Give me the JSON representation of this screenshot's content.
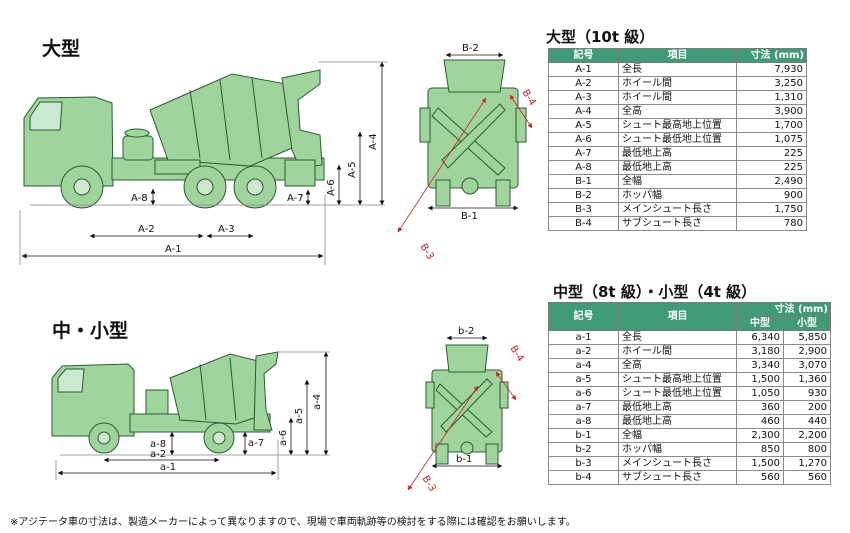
{
  "large": {
    "title": "大型",
    "dims": {
      "A1": "A-1",
      "A2": "A-2",
      "A3": "A-3",
      "A4": "A-4",
      "A5": "A-5",
      "A6": "A-6",
      "A7": "A-7",
      "A8": "A-8",
      "B1": "B-1",
      "B2": "B-2",
      "B3": "B-3",
      "B4": "B-4"
    },
    "table": {
      "title": "大型（10t 級）",
      "headers": [
        "記号",
        "項目",
        "寸法 (mm)"
      ],
      "rows": [
        {
          "code": "A-1",
          "item": "全長",
          "value": "7,930"
        },
        {
          "code": "A-2",
          "item": "ホイール間",
          "value": "3,250"
        },
        {
          "code": "A-3",
          "item": "ホイール間",
          "value": "1,310"
        },
        {
          "code": "A-4",
          "item": "全高",
          "value": "3,900"
        },
        {
          "code": "A-5",
          "item": "シュート最高地上位置",
          "value": "1,700"
        },
        {
          "code": "A-6",
          "item": "シュート最低地上位置",
          "value": "1,075"
        },
        {
          "code": "A-7",
          "item": "最低地上高",
          "value": "225"
        },
        {
          "code": "A-8",
          "item": "最低地上高",
          "value": "225"
        },
        {
          "code": "B-1",
          "item": "全幅",
          "value": "2,490"
        },
        {
          "code": "B-2",
          "item": "ホッパ幅",
          "value": "900"
        },
        {
          "code": "B-3",
          "item": "メインシュート長さ",
          "value": "1,750"
        },
        {
          "code": "B-4",
          "item": "サブシュート長さ",
          "value": "780"
        }
      ]
    }
  },
  "medium": {
    "title": "中・小型",
    "dims": {
      "a1": "a-1",
      "a2": "a-2",
      "a4": "a-4",
      "a5": "a-5",
      "a6": "a-6",
      "a7": "a-7",
      "a8": "a-8",
      "b1": "b-1",
      "b2": "b-2",
      "B3": "B-3",
      "B4": "B-4"
    },
    "table": {
      "title": "中型（8t 級）・小型（4t 級）",
      "headers": [
        "記号",
        "項目",
        "寸法 (mm)",
        "中型",
        "小型"
      ],
      "rows": [
        {
          "code": "a-1",
          "item": "全長",
          "mid": "6,340",
          "small": "5,850"
        },
        {
          "code": "a-2",
          "item": "ホイール間",
          "mid": "3,180",
          "small": "2,900"
        },
        {
          "code": "a-4",
          "item": "全高",
          "mid": "3,340",
          "small": "3,070"
        },
        {
          "code": "a-5",
          "item": "シュート最高地上位置",
          "mid": "1,500",
          "small": "1,360"
        },
        {
          "code": "a-6",
          "item": "シュート最低地上位置",
          "mid": "1,050",
          "small": "930"
        },
        {
          "code": "a-7",
          "item": "最低地上高",
          "mid": "360",
          "small": "200"
        },
        {
          "code": "a-8",
          "item": "最低地上高",
          "mid": "460",
          "small": "440"
        },
        {
          "code": "b-1",
          "item": "全幅",
          "mid": "2,300",
          "small": "2,200"
        },
        {
          "code": "b-2",
          "item": "ホッパ幅",
          "mid": "850",
          "small": "800"
        },
        {
          "code": "b-3",
          "item": "メインシュート長さ",
          "mid": "1,500",
          "small": "1,270"
        },
        {
          "code": "b-4",
          "item": "サブシュート長さ",
          "mid": "560",
          "small": "560"
        }
      ]
    }
  },
  "note": "※アジテータ車の寸法は、製造メーカーによって異なりますので、現場で車両軌跡等の検討をする際には確認をお願いします。",
  "colors": {
    "truck_fill": "#9fd49c",
    "truck_stroke": "#2c5a32",
    "header": "#3f9b77",
    "accent": "#d81e1e"
  }
}
